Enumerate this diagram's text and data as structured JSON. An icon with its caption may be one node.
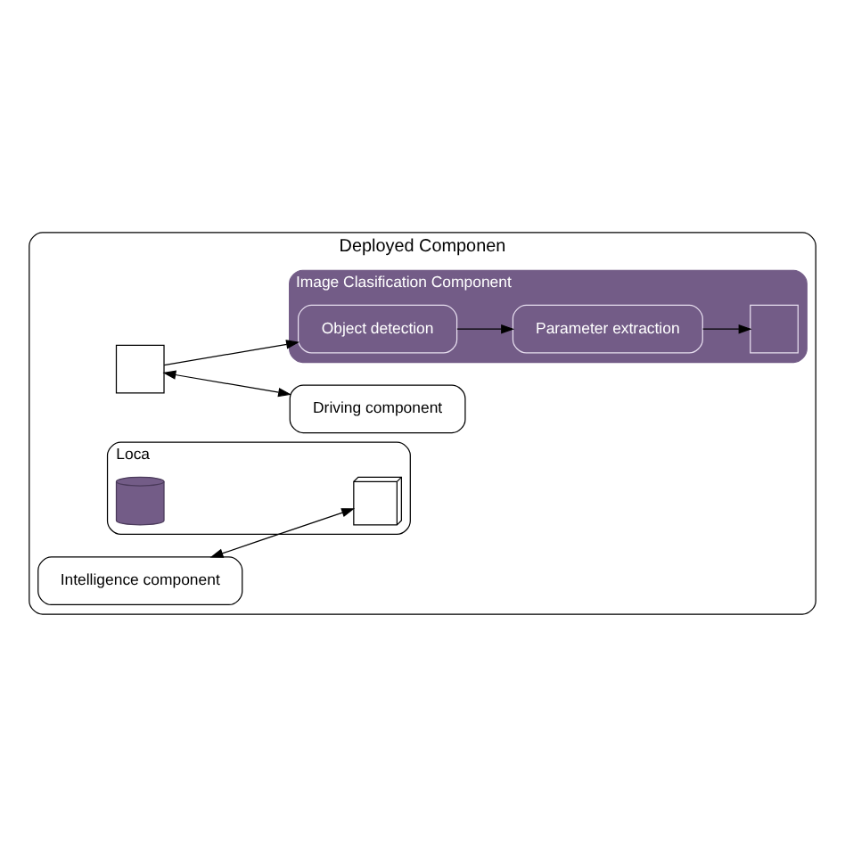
{
  "diagram": {
    "nodes": [
      {
        "text": [
          "Deployed Componen"
        ]
      },
      {
        "text": [],
        "shape": "box",
        "in": 0
      },
      {
        "text": [
          "Intelligence component"
        ],
        "in": 0
      },
      {
        "text": [
          "Loca"
        ],
        "in": 0
      },
      {
        "text": [],
        "shape": "picture",
        "in": 3
      },
      {
        "text": [],
        "shape": "cylinder",
        "in": 3
      },
      {
        "text": [
          "Driving component"
        ],
        "in": 0
      },
      {
        "text": [
          "Image Clasification Component"
        ],
        "in": 0
      },
      {
        "text": [
          "Object detection"
        ],
        "in": 7
      },
      {
        "text": [
          "Parameter extraction"
        ],
        "in": 7
      },
      {
        "text": [],
        "shape": "box",
        "in": 7
      }
    ],
    "edges": [
      {
        "from": 2,
        "to": 4,
        "arrow": "both"
      },
      {
        "from": 1,
        "to": 6,
        "arrow": "both"
      },
      {
        "from": 1,
        "to": 8,
        "arrow": "to"
      },
      {
        "from": 8,
        "to": 9,
        "arrow": "to"
      },
      {
        "from": 9,
        "to": 10,
        "arrow": "to"
      }
    ]
  }
}
